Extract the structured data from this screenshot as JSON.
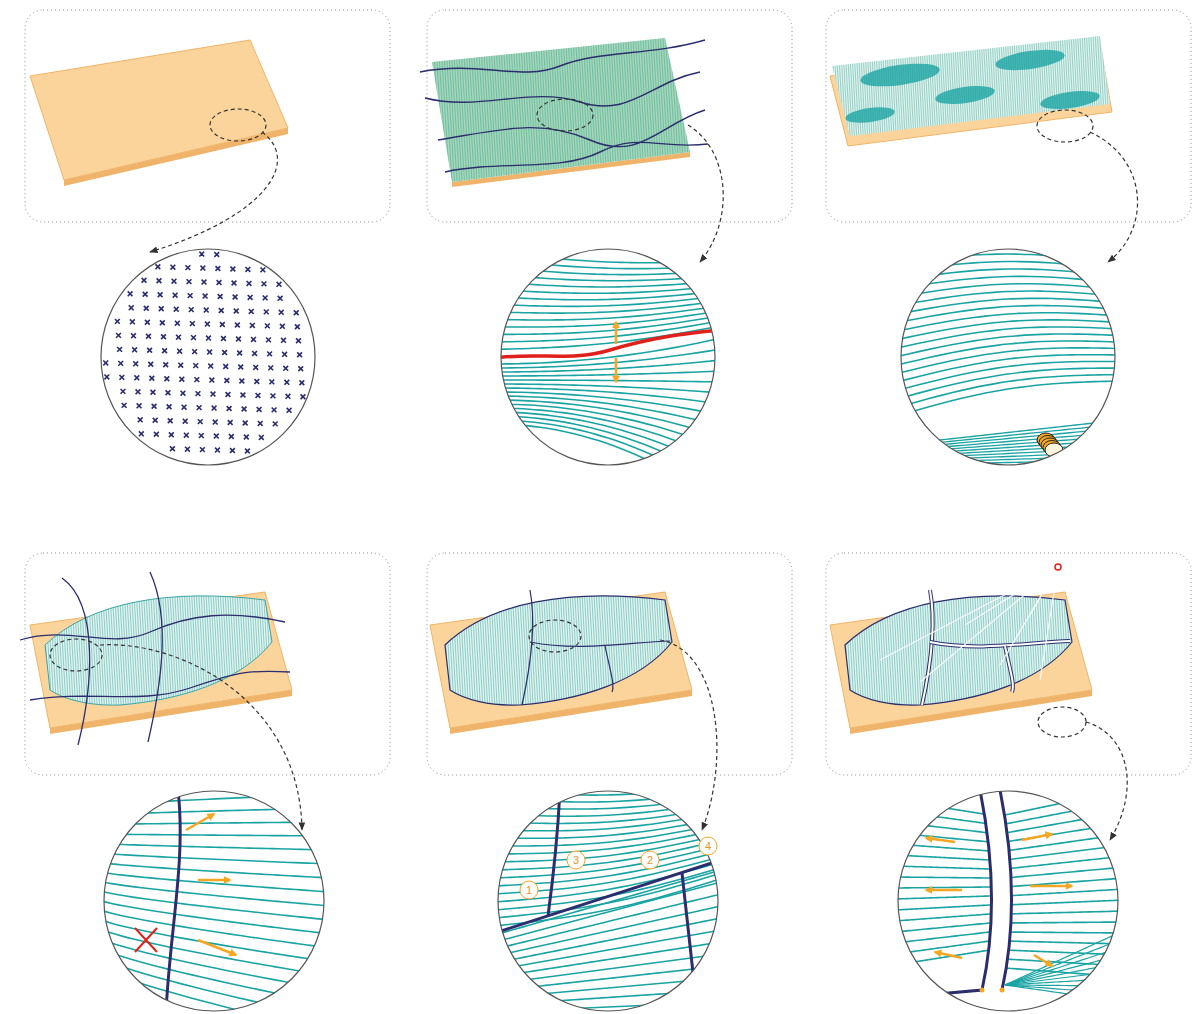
{
  "diagram": {
    "labels": [
      "1",
      "3",
      "2",
      "4"
    ]
  }
}
